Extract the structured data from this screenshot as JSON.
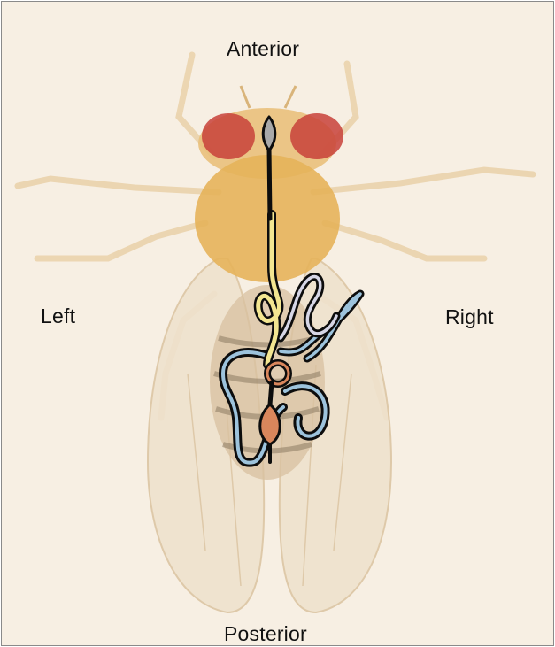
{
  "labels": {
    "anterior": "Anterior",
    "left": "Left",
    "right": "Right",
    "posterior": "Posterior"
  },
  "colors": {
    "background": "#f7efe3",
    "thorax": "#e6b25a",
    "eye": "#c8413a",
    "wing": "#ead8c0",
    "crop": "#f3e691",
    "midgut_outline": "#0d0d0d",
    "tubule_fill": "#9dc3dc",
    "rectal_ampulla": "#d9865c",
    "proventriculus": "#a9a9a9"
  },
  "icons": {
    "fly": "fruit-fly-dorsal-view",
    "gut": "digestive-tract-overlay"
  }
}
